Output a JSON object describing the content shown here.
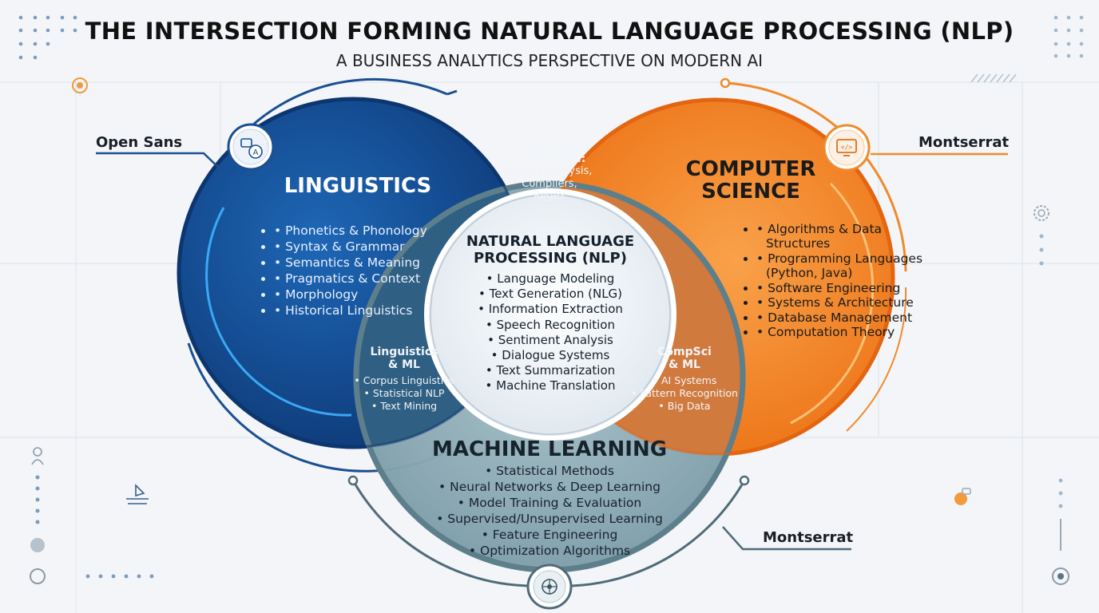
{
  "title": "THE INTERSECTION FORMING NATURAL LANGUAGE PROCESSING (NLP)",
  "subtitle": "A BUSINESS ANALYTICS PERSPECTIVE ON MODERN AI",
  "side_labels": {
    "left": "Open Sans",
    "right": "Montserrat",
    "bottom_right": "Montserrat"
  },
  "linguistics": {
    "title": "LINGUISTICS",
    "items": [
      "Phonetics & Phonology",
      "Syntax & Grammar",
      "Semantics & Meaning",
      "Pragmatics & Context",
      "Morphology",
      "Historical Linguistics"
    ]
  },
  "computer_science": {
    "title_line1": "COMPUTER",
    "title_line2": "SCIENCE",
    "items": [
      "Algorithms & Data Structures",
      "Programming Languages (Python, Java)",
      "Software Engineering",
      "Systems & Architecture",
      "Database Management",
      "Computation Theory"
    ]
  },
  "machine_learning": {
    "title": "MACHINE LEARNING",
    "items": [
      "Statistical Methods",
      "Neural Networks & Deep Learning",
      "Model Training & Evaluation",
      "Supervised/Unsupervised Learning",
      "Feature Engineering",
      "Optimization Algorithms"
    ]
  },
  "nlp": {
    "title_line1": "NATURAL LANGUAGE",
    "title_line2": "PROCESSING (NLP)",
    "items": [
      "Language Modeling",
      "Text Generation (NLG)",
      "Information Extraction",
      "Speech Recognition",
      "Sentiment Analysis",
      "Dialogue Systems",
      "Text Summarization",
      "Machine Translation"
    ]
  },
  "overlap_ling_cs": {
    "title_line1": "Linguistics",
    "title_line2": "& CompSci:",
    "items": [
      "Syntax Analysis,",
      "Compilers,",
      "Regex"
    ]
  },
  "overlap_ling_ml": {
    "title_line1": "Linguistics",
    "title_line2": "& ML",
    "items": [
      "Corpus Linguistics",
      "Statistical NLP",
      "Text Mining"
    ]
  },
  "overlap_cs_ml": {
    "title_line1": "CompSci",
    "title_line2": "& ML",
    "items": [
      "AI Systems",
      "Pattern Recognition",
      "Big Data"
    ]
  },
  "colors": {
    "linguistics_blue": "#17509a",
    "cs_orange": "#f07a1e",
    "ml_teal": "#6f95a2",
    "accent_orange": "#f39a3c"
  },
  "icons": [
    "translate-chat-icon",
    "code-monitor-icon",
    "brain-network-icon",
    "person-icon",
    "book-ship-icon",
    "orange-lightbulb-icon",
    "gear-icon"
  ]
}
